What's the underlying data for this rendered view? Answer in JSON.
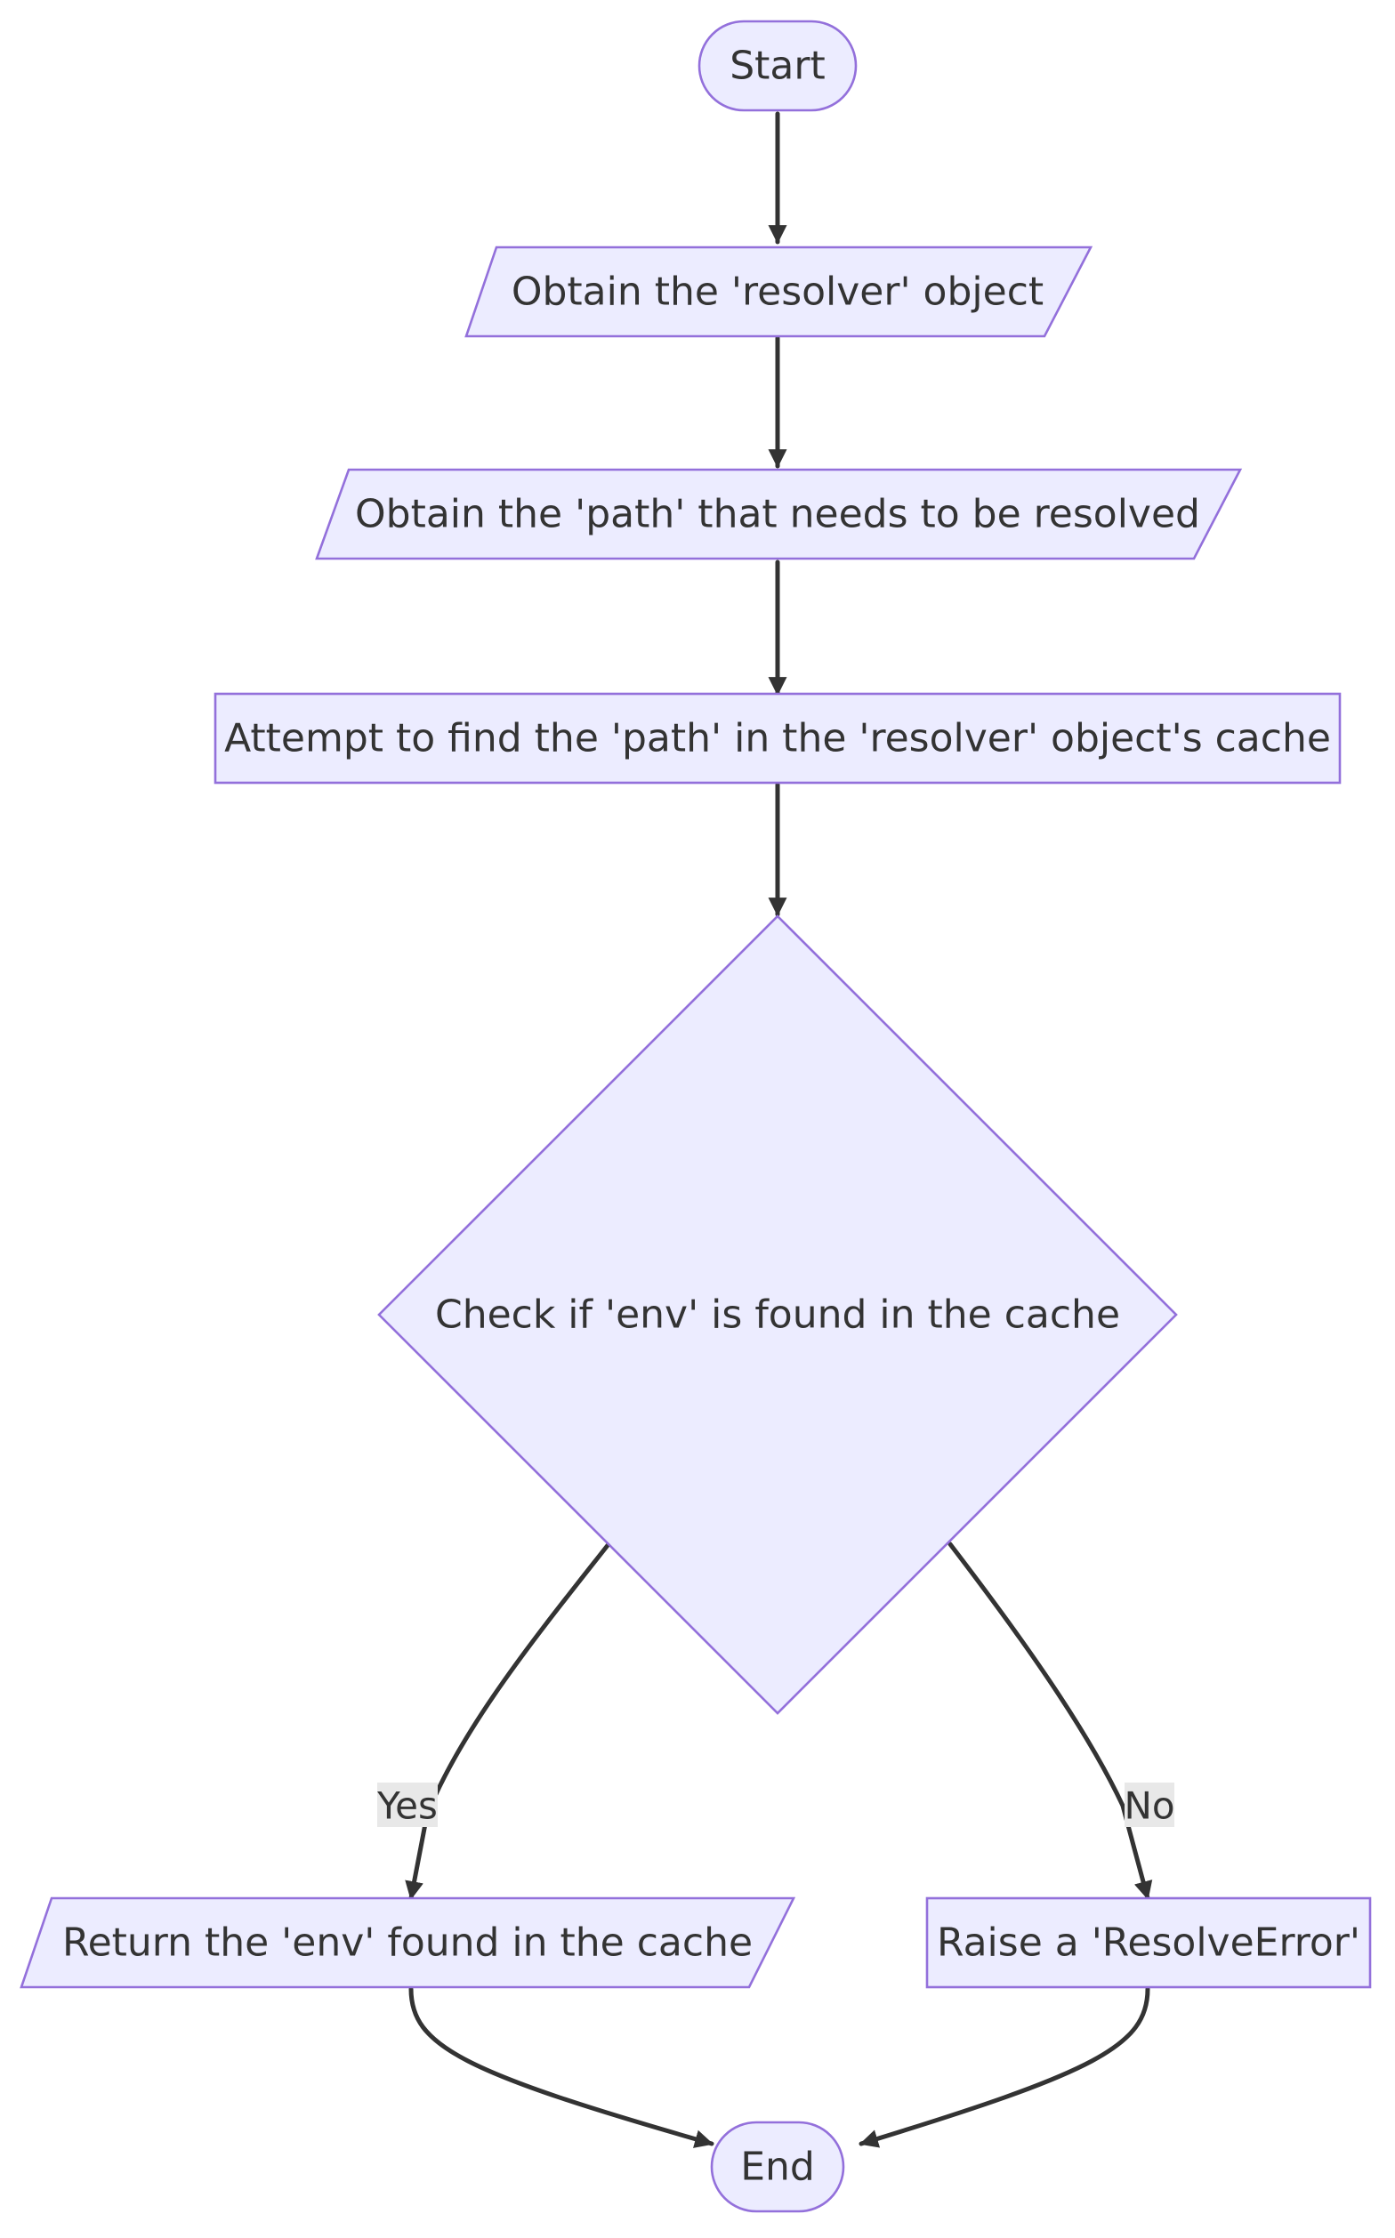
{
  "nodes": {
    "start": "Start",
    "obtain_resolver": "Obtain the 'resolver' object",
    "obtain_path": "Obtain the 'path' that needs to be resolved",
    "attempt_find": "Attempt to find the 'path' in the 'resolver' object's cache",
    "check_env": "Check if 'env' is found in the cache",
    "return_env": "Return the 'env' found in the cache",
    "raise_error": "Raise a 'ResolveError'",
    "end": "End"
  },
  "edges": {
    "yes": "Yes",
    "no": "No"
  },
  "colors": {
    "node_fill": "#ececff",
    "node_stroke": "#9370db",
    "edge": "#333333",
    "text": "#333333",
    "edge_label_bg": "#e8e8e8"
  }
}
